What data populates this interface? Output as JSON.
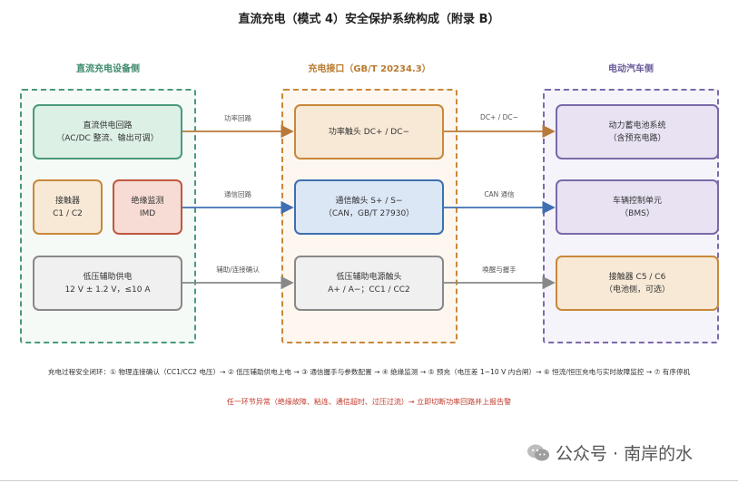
{
  "title": "直流充电（模式 4）安全保护系统构成（附录 B）",
  "columns": {
    "left": "直流充电设备侧",
    "middle": "充电接口（GB/T 20234.3）",
    "right": "电动汽车侧"
  },
  "colors": {
    "green": "#4a9a7a",
    "orange": "#c8883a",
    "purple": "#7a6aa8",
    "blue": "#3f6fb0",
    "red_text": "#c0392b",
    "gray": "#888888"
  },
  "boxes": {
    "dc_supply": {
      "line1": "直流供电回路",
      "line2": "（AC/DC 整流、输出可调）"
    },
    "contactor_left": {
      "line1": "接触器",
      "line2": "C1 / C2"
    },
    "imd": {
      "line1": "绝缘监测",
      "line2": "IMD"
    },
    "aux_supply": {
      "line1": "低压辅助供电",
      "line2": "12 V ± 1.2 V，≤10 A"
    },
    "power_contact": {
      "line1": "功率触头 DC+ / DC−"
    },
    "comm_contact": {
      "line1": "通信触头 S+ / S−",
      "line2": "（CAN，GB/T 27930）"
    },
    "aux_contact": {
      "line1": "低压辅助电源触头",
      "line2": "A+ / A−；CC1 / CC2"
    },
    "battery": {
      "line1": "动力蓄电池系统",
      "line2": "（含预充电路）"
    },
    "bms": {
      "line1": "车辆控制单元",
      "line2": "（BMS）"
    },
    "contactor_right": {
      "line1": "接触器 C5 / C6",
      "line2": "（电池侧，可选）"
    }
  },
  "arrow_labels": {
    "power_loop": "功率回路",
    "comm_loop": "通信回路",
    "aux_confirm": "辅助/连接确认",
    "dc_pm": "DC+ / DC−",
    "can_comm": "CAN 通信",
    "wake_handshake": "唤醒与握手"
  },
  "footnotes": {
    "sequence": "充电过程安全闭环：① 物理连接确认（CC1/CC2 电压）→ ② 低压辅助供电上电 → ③ 通信握手与参数配置 → ④ 绝缘监测 → ⑤ 预充（电压差 1~10 V 内合闸）→ ⑥ 恒流/恒压充电与实时故障监控 → ⑦ 有序停机",
    "warning": "任一环节异常（绝缘故障、粘连、通信超时、过压过流）→ 立即切断功率回路并上报告警"
  },
  "watermark": "公众号 · 南岸的水"
}
